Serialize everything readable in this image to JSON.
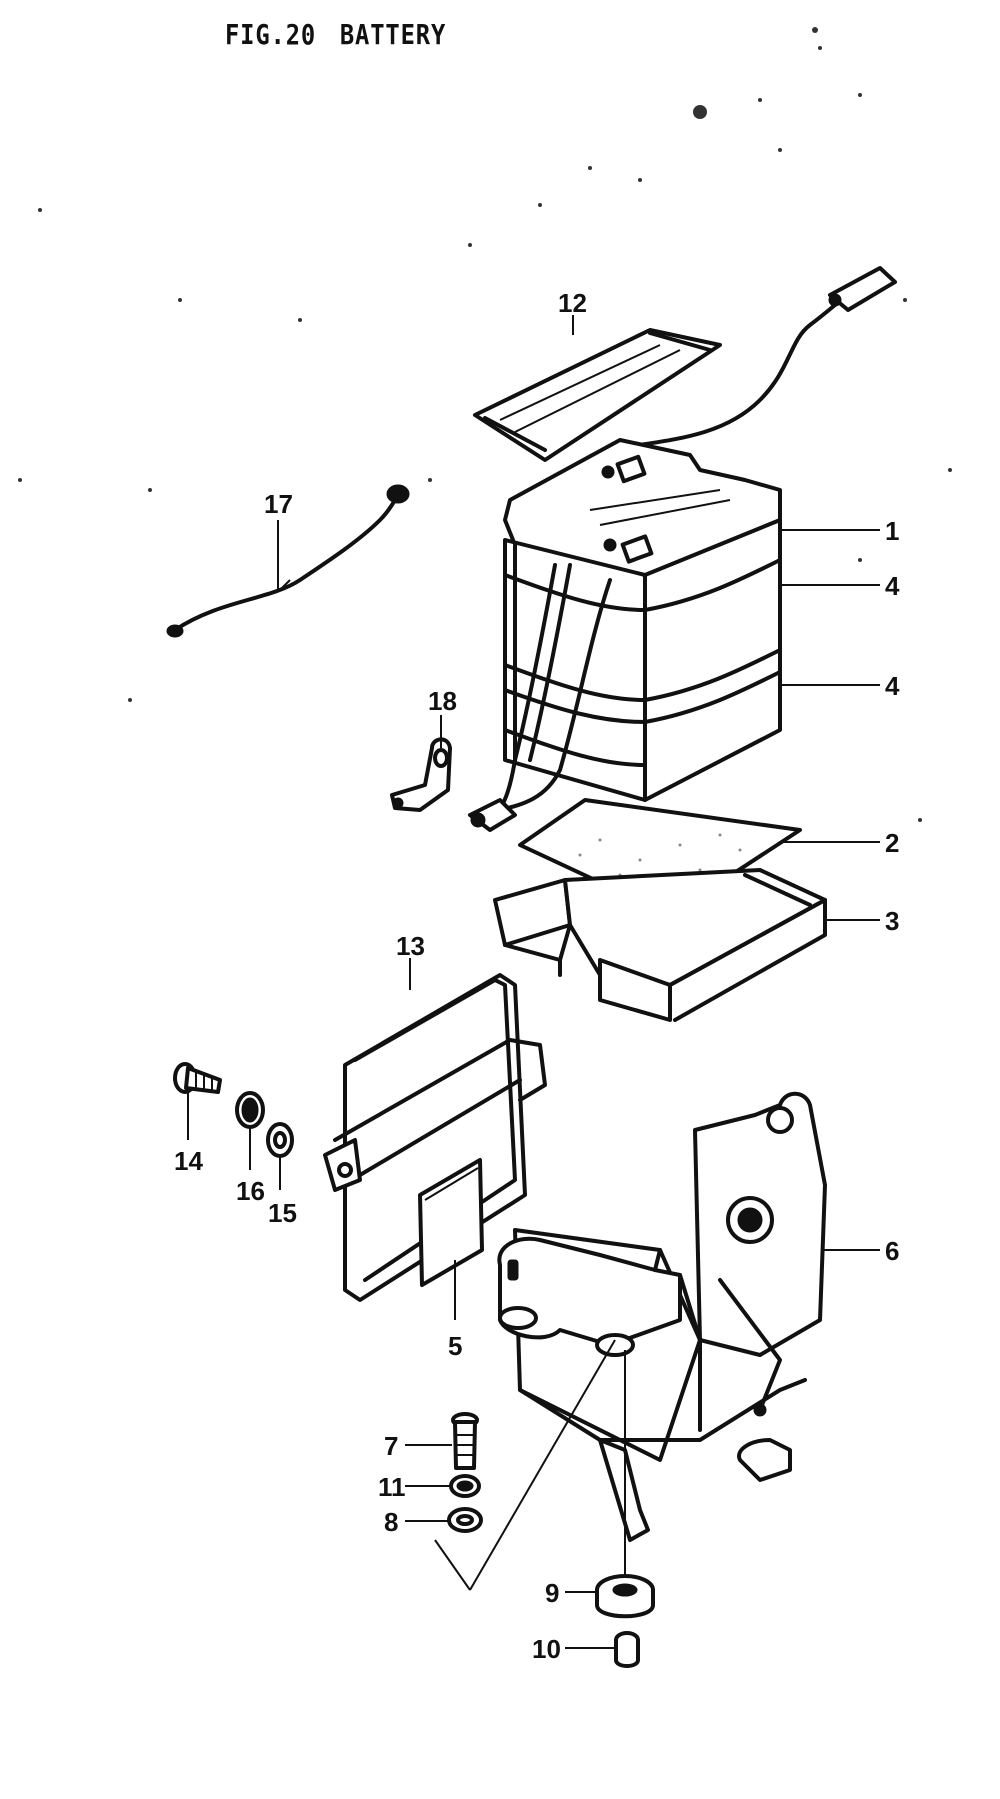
{
  "header": {
    "fig_number": "FIG.20",
    "title": "BATTERY"
  },
  "callouts": {
    "c1": "1",
    "c2": "2",
    "c3": "3",
    "c4a": "4",
    "c4b": "4",
    "c5": "5",
    "c6": "6",
    "c7": "7",
    "c8": "8",
    "c9": "9",
    "c10": "10",
    "c11": "11",
    "c12": "12",
    "c13": "13",
    "c14": "14",
    "c15": "15",
    "c16": "16",
    "c17": "17",
    "c18": "18"
  },
  "colors": {
    "ink": "#111111",
    "paper": "#ffffff"
  }
}
